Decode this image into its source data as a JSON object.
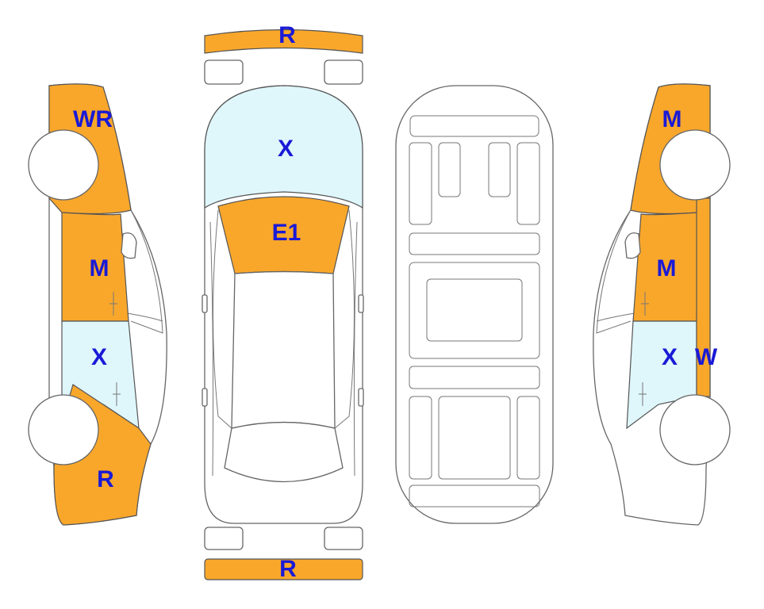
{
  "colors": {
    "damage_orange": "#f9a72b",
    "glass_blue": "#dff6fb",
    "label_blue": "#1a1ad6",
    "outline_gray": "#666666"
  },
  "labels": {
    "front_bumper": "R",
    "rear_bumper": "R",
    "hood": "X",
    "windshield": "E1",
    "left_front_fender": "WR",
    "left_front_door": "M",
    "left_rear_door": "X",
    "left_rear_quarter": "R",
    "right_front_fender": "M",
    "right_front_door": "M",
    "right_rear_door": "X",
    "right_rear_quarter": "W"
  }
}
